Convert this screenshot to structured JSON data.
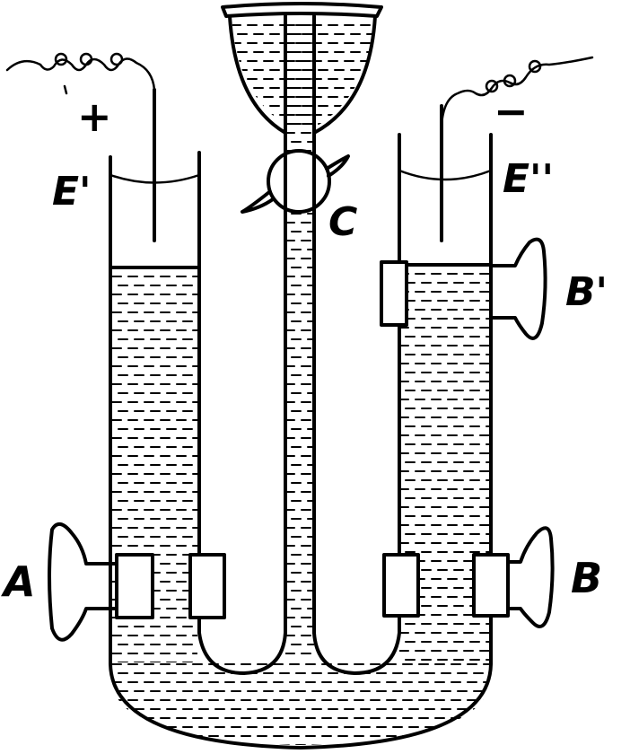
{
  "labels": {
    "plus": "+",
    "minus": "−",
    "electrode_left": "E'",
    "electrode_right": "E''",
    "stopcock": "C",
    "tap_left": "A",
    "tap_right_low": "B",
    "tap_right_high": "B'"
  },
  "colors": {
    "ink": "#000000",
    "paper": "#ffffff"
  }
}
